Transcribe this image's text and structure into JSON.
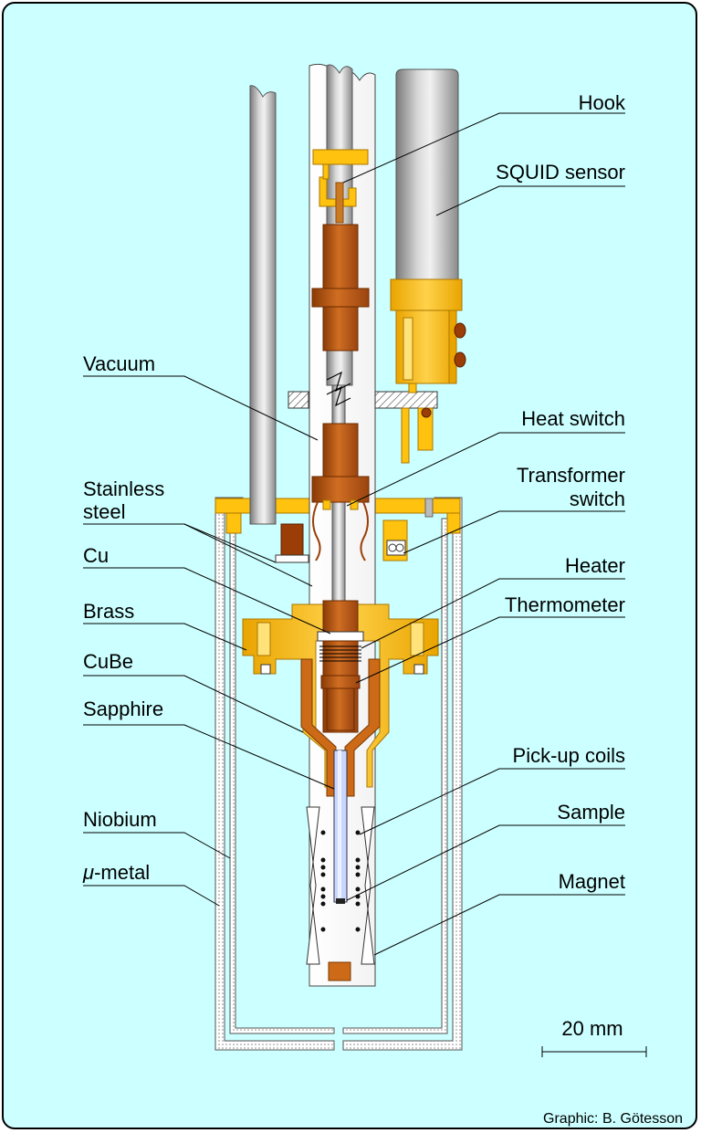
{
  "diagram": {
    "labels_left": {
      "vacuum": "Vacuum",
      "stainless_1": "Stainless",
      "stainless_2": "steel",
      "cu": "Cu",
      "brass": "Brass",
      "cube": "CuBe",
      "sapphire": "Sapphire",
      "niobium": "Niobium",
      "mu_metal_symbol": "μ",
      "mu_metal_rest": "-metal"
    },
    "labels_right": {
      "hook": "Hook",
      "squid": "SQUID sensor",
      "heat_switch": "Heat switch",
      "transformer_1": "Transformer",
      "transformer_2": "switch",
      "heater": "Heater",
      "thermometer": "Thermometer",
      "pickup": "Pick-up coils",
      "sample": "Sample",
      "magnet": "Magnet"
    },
    "scale_bar": "20 mm",
    "credit": "Graphic:  B. Götesson"
  }
}
